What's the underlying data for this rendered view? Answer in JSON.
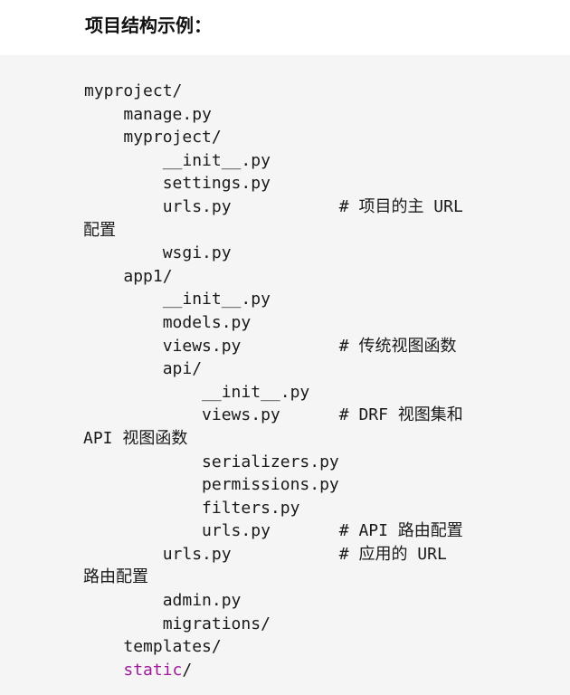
{
  "heading": "项目结构示例：",
  "code": {
    "lines": [
      "myproject/",
      "    manage.py",
      "    myproject/",
      "        __init__.py",
      "        settings.py",
      "        urls.py           # 项目的主 URL",
      "配置",
      "        wsgi.py",
      "    app1/",
      "        __init__.py",
      "        models.py",
      "        views.py          # 传统视图函数",
      "        api/",
      "            __init__.py",
      "            views.py      # DRF 视图集和",
      "API 视图函数",
      "            serializers.py",
      "            permissions.py",
      "            filters.py",
      "            urls.py       # API 路由配置",
      "        urls.py           # 应用的 URL",
      "路由配置",
      "        admin.py",
      "        migrations/",
      "    templates/",
      "    "
    ],
    "last_keyword": "static",
    "last_suffix": "/"
  },
  "colors": {
    "code_background": "#f5f5f5",
    "keyword_highlight": "#a01a9a"
  }
}
